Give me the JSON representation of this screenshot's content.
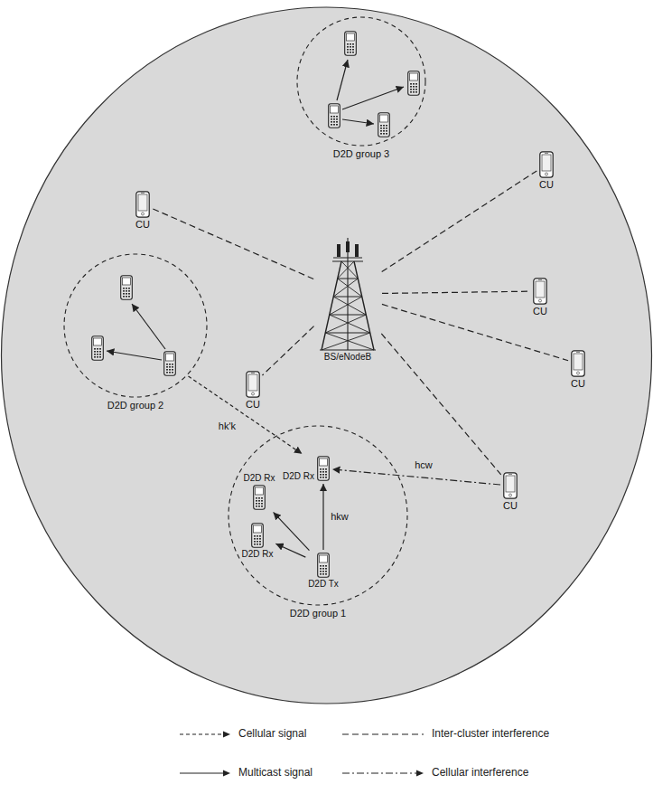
{
  "diagram": {
    "nodes": [
      {
        "text": [
          "D2D group 3"
        ]
      },
      {
        "text": [
          "CU"
        ]
      },
      {
        "text": [
          "CU"
        ]
      },
      {
        "text": [
          "BS/eNodeB"
        ]
      },
      {
        "text": [
          "D2D group 2"
        ]
      },
      {
        "text": [
          "CU"
        ]
      },
      {
        "text": [
          "CU"
        ]
      },
      {
        "text": [
          "CU"
        ]
      },
      {
        "text": [
          "D2D group 1"
        ]
      },
      {
        "text": [
          "D2D Rx"
        ],
        "in": 8
      },
      {
        "text": [
          "D2D Rx"
        ],
        "in": 8
      },
      {
        "text": [
          "D2D Rx"
        ],
        "in": 8
      },
      {
        "text": [
          "D2D Tx"
        ],
        "in": 8
      },
      {
        "text": [
          "CU"
        ]
      }
    ],
    "edges": [
      {
        "from": 3,
        "to": 1,
        "arrow": "none"
      },
      {
        "from": 3,
        "to": 2,
        "arrow": "none"
      },
      {
        "from": 3,
        "to": 5,
        "arrow": "none"
      },
      {
        "from": 3,
        "to": 6,
        "arrow": "none"
      },
      {
        "from": 3,
        "to": 7,
        "arrow": "none"
      },
      {
        "from": 3,
        "to": 13,
        "arrow": "none"
      },
      {
        "from": 4,
        "to": 10,
        "label": "hk'k",
        "arrow": "to"
      },
      {
        "from": 13,
        "to": 10,
        "label": "hcw",
        "arrow": "to"
      },
      {
        "from": 12,
        "to": 10,
        "label": "hkw",
        "arrow": "to"
      },
      {
        "from": 12,
        "to": 9,
        "arrow": "to"
      },
      {
        "from": 12,
        "to": 11,
        "arrow": "to"
      }
    ],
    "legend": [
      {
        "text": "Cellular signal"
      },
      {
        "text": "Inter-cluster interference"
      },
      {
        "text": "Multicast signal"
      },
      {
        "text": "Cellular interference"
      }
    ]
  }
}
